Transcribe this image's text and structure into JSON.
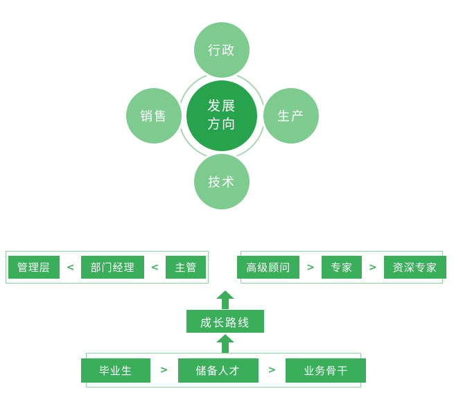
{
  "colors": {
    "center_green": "#27a24d",
    "satellite_green": "#7ecb90",
    "chip_green": "#3bae5b",
    "ring_green": "#a6d7b1",
    "panel_border_green": "#8fd0a0"
  },
  "hub": {
    "center_label_line1": "发展",
    "center_label_line2": "方向",
    "satellites": [
      {
        "position": "top",
        "label": "行政"
      },
      {
        "position": "left",
        "label": "销售"
      },
      {
        "position": "right",
        "label": "生产"
      },
      {
        "position": "bottom",
        "label": "技术"
      }
    ]
  },
  "growth": {
    "title": "成长路线",
    "management_path": {
      "separator": "<",
      "items": [
        "管理层",
        "部门经理",
        "主管"
      ]
    },
    "expert_path": {
      "separator": ">",
      "items": [
        "高级顾问",
        "专家",
        "资深专家"
      ]
    },
    "entry_path": {
      "separator": ">",
      "items": [
        "毕业生",
        "储备人才",
        "业务骨干"
      ]
    }
  }
}
